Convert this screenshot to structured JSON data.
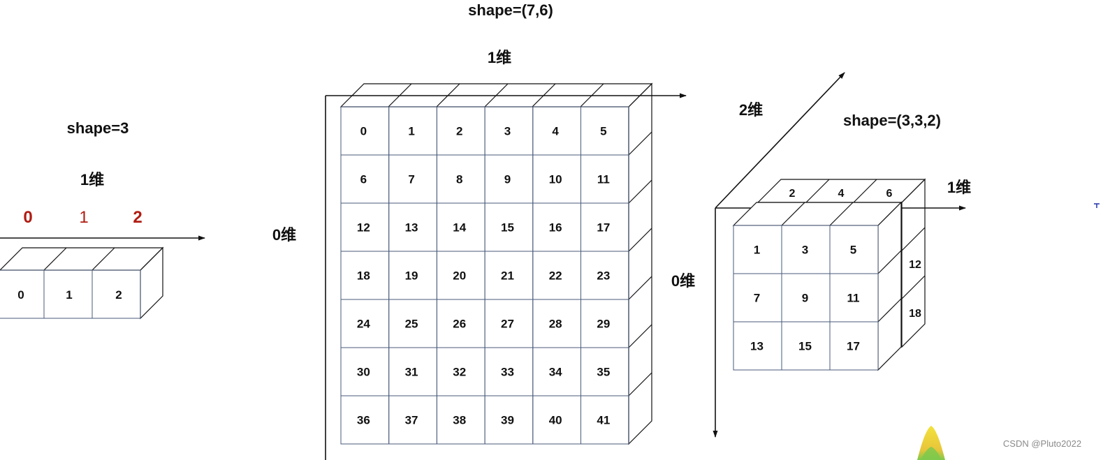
{
  "left": {
    "shape_label": "shape=3",
    "dim1_label": "1维",
    "index_labels": [
      {
        "text": "0",
        "color": "#b01c12",
        "weight": "bold"
      },
      {
        "text": "1",
        "color": "#b01c12",
        "weight": "normal"
      },
      {
        "text": "2",
        "color": "#b01c12",
        "weight": "bold"
      }
    ],
    "values": [
      "0",
      "1",
      "2"
    ]
  },
  "middle": {
    "shape_label": "shape=(7,6)",
    "dim1_label": "1维",
    "dim0_label": "0维",
    "rows": [
      [
        "0",
        "1",
        "2",
        "3",
        "4",
        "5"
      ],
      [
        "6",
        "7",
        "8",
        "9",
        "10",
        "11"
      ],
      [
        "12",
        "13",
        "14",
        "15",
        "16",
        "17"
      ],
      [
        "18",
        "19",
        "20",
        "21",
        "22",
        "23"
      ],
      [
        "24",
        "25",
        "26",
        "27",
        "28",
        "29"
      ],
      [
        "30",
        "31",
        "32",
        "33",
        "34",
        "35"
      ],
      [
        "36",
        "37",
        "38",
        "39",
        "40",
        "41"
      ]
    ]
  },
  "right": {
    "shape_label": "shape=(3,3,2)",
    "dim2_label": "2维",
    "dim1_label": "1维",
    "dim0_label": "0维",
    "front_rows": [
      [
        "1",
        "3",
        "5"
      ],
      [
        "7",
        "9",
        "11"
      ],
      [
        "13",
        "15",
        "17"
      ]
    ],
    "top_values": [
      "2",
      "4",
      "6"
    ],
    "side_values": [
      "12",
      "18"
    ]
  },
  "watermark": "CSDN @Pluto2022",
  "colors": {
    "grid_line": "#4a5a7a",
    "edge_line": "#1a1a1a",
    "index_red": "#b01c12",
    "stray_mark": "#2233aa",
    "logo_yellow": "#f2e33c",
    "logo_green": "#7ec94c"
  }
}
